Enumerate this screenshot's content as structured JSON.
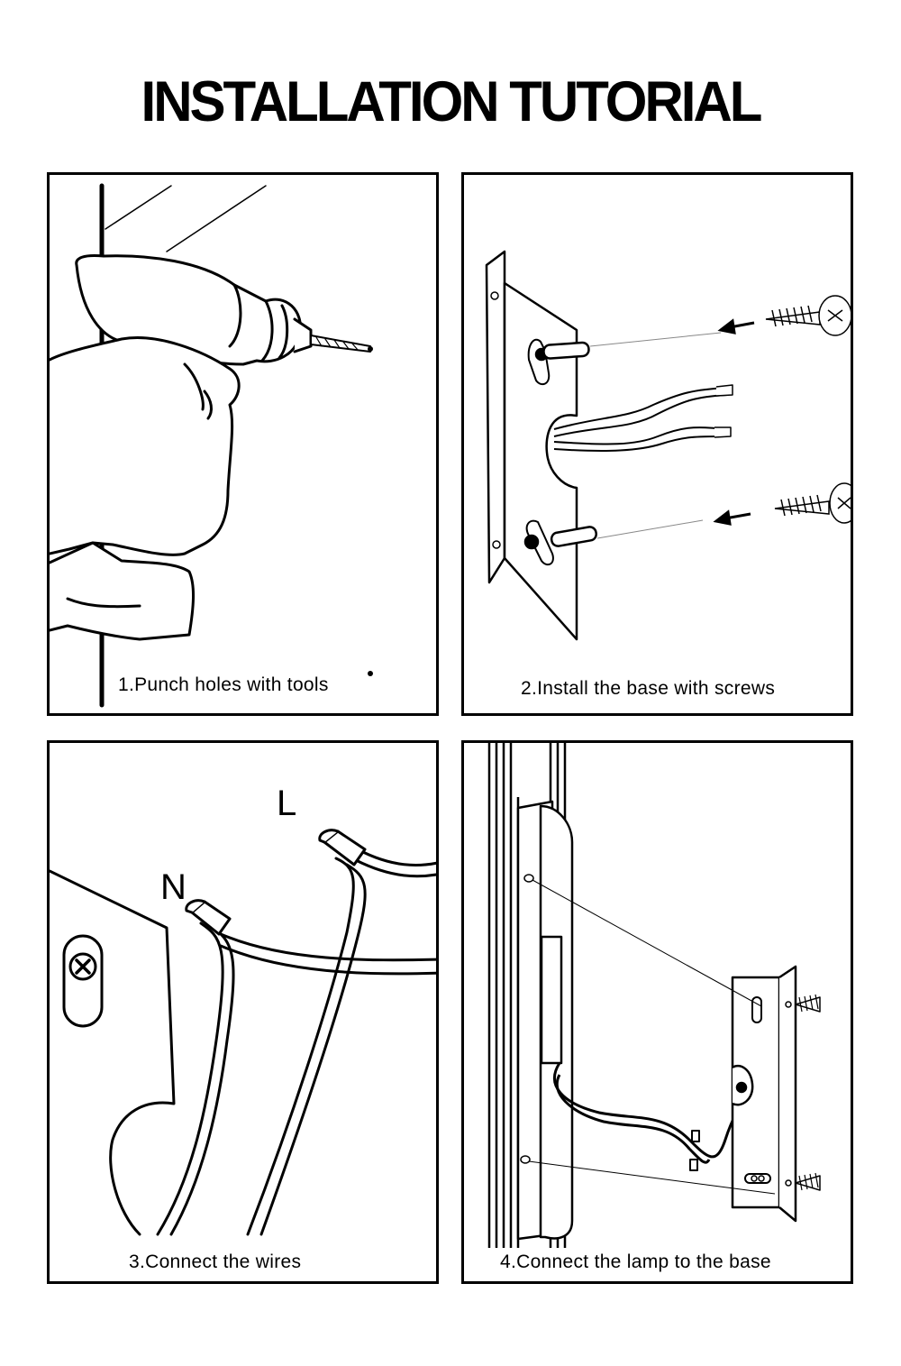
{
  "title": "INSTALLATION TUTORIAL",
  "steps": [
    {
      "caption": "1.Punch holes with tools"
    },
    {
      "caption": "2.Install the base with screws"
    },
    {
      "caption": "3.Connect the wires"
    },
    {
      "caption": "4.Connect the lamp to the base"
    }
  ],
  "wire_labels": {
    "live": "L",
    "neutral": "N"
  }
}
